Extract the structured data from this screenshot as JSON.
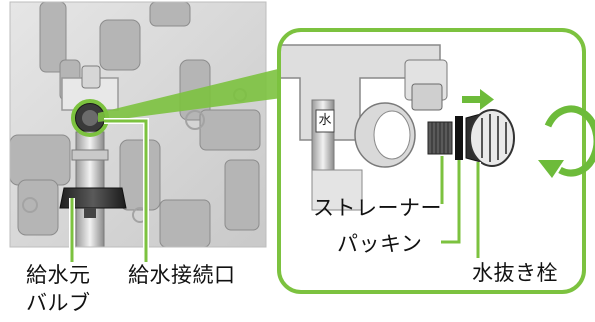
{
  "labels": {
    "supply_valve_line1": "給水元",
    "supply_valve_line2": "バルブ",
    "supply_connection": "給水接続口",
    "strainer": "ストレーナー",
    "packing": "パッキン",
    "drain_plug": "水抜き栓",
    "water_mark": "水"
  },
  "colors": {
    "callout_green": "#7cc23f",
    "arrow_green": "#6dbb3a",
    "photo_gray": "#cfcfcf",
    "dark_part": "#2e2e2e"
  },
  "icons": [
    "rotation-arrow-icon",
    "pull-direction-arrow-icon"
  ]
}
